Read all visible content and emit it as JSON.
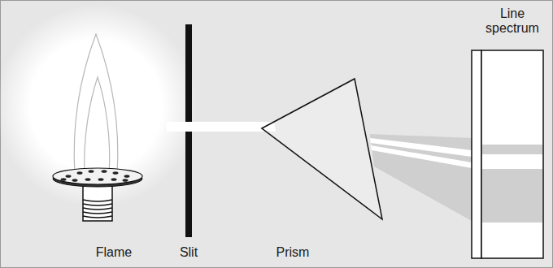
{
  "diagram": {
    "labels": [
      "Flame",
      "Slit",
      "Prism",
      "Line spectrum"
    ]
  }
}
